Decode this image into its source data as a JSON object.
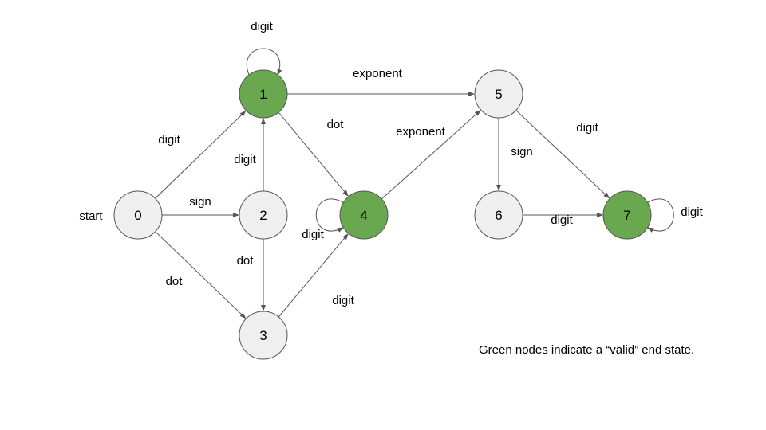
{
  "colors": {
    "valid_node": "#6aa84f",
    "normal_node": "#efefef",
    "edge": "#555555",
    "node_stroke": "#555555"
  },
  "start_label": "start",
  "note": "Green nodes indicate a “valid” end state.",
  "nodes": [
    {
      "id": "0",
      "label": "0",
      "valid": false
    },
    {
      "id": "1",
      "label": "1",
      "valid": true
    },
    {
      "id": "2",
      "label": "2",
      "valid": false
    },
    {
      "id": "3",
      "label": "3",
      "valid": false
    },
    {
      "id": "4",
      "label": "4",
      "valid": true
    },
    {
      "id": "5",
      "label": "5",
      "valid": false
    },
    {
      "id": "6",
      "label": "6",
      "valid": false
    },
    {
      "id": "7",
      "label": "7",
      "valid": true
    }
  ],
  "edges": [
    {
      "from": "0",
      "to": "1",
      "label": "digit"
    },
    {
      "from": "0",
      "to": "2",
      "label": "sign"
    },
    {
      "from": "0",
      "to": "3",
      "label": "dot"
    },
    {
      "from": "1",
      "to": "1",
      "label": "digit"
    },
    {
      "from": "1",
      "to": "4",
      "label": "dot"
    },
    {
      "from": "1",
      "to": "5",
      "label": "exponent"
    },
    {
      "from": "2",
      "to": "1",
      "label": "digit"
    },
    {
      "from": "2",
      "to": "3",
      "label": "dot"
    },
    {
      "from": "3",
      "to": "4",
      "label": "digit"
    },
    {
      "from": "4",
      "to": "4",
      "label": "digit"
    },
    {
      "from": "4",
      "to": "5",
      "label": "exponent"
    },
    {
      "from": "5",
      "to": "6",
      "label": "sign"
    },
    {
      "from": "5",
      "to": "7",
      "label": "digit"
    },
    {
      "from": "6",
      "to": "7",
      "label": "digit"
    },
    {
      "from": "7",
      "to": "7",
      "label": "digit"
    }
  ]
}
